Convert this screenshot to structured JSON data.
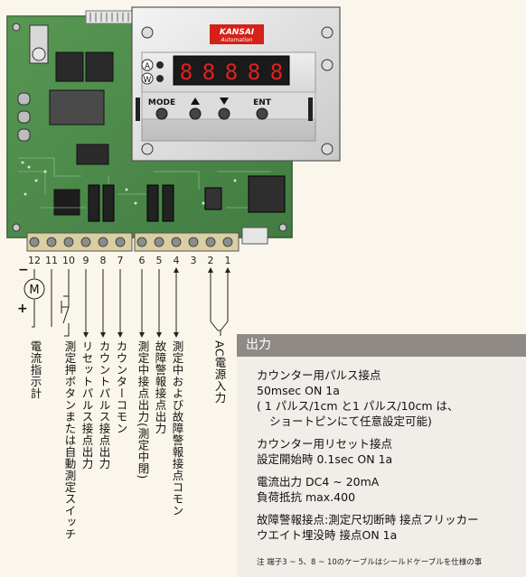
{
  "device": {
    "logo_line1": "KANSAI",
    "logo_line2": "Automation",
    "mode_a": "A",
    "mode_w": "W",
    "digits": [
      "8",
      "8",
      "8",
      "8",
      "8"
    ],
    "buttons": [
      {
        "label": "MODE"
      },
      {
        "label": ""
      },
      {
        "label": ""
      },
      {
        "label": "ENT"
      }
    ]
  },
  "terminals": [
    "12",
    "11",
    "10",
    "9",
    "8",
    "7",
    "6",
    "5",
    "4",
    "3",
    "2",
    "1"
  ],
  "motor": {
    "symbol": "M",
    "minus": "−",
    "plus": "+"
  },
  "wire_labels": [
    {
      "text": "電流指示計"
    },
    {
      "text": "測定押ボタンまたは自動測定スイッチ"
    },
    {
      "text": "リセットパルス接点出力"
    },
    {
      "text": "カウントパルス接点出力"
    },
    {
      "text": "カウンターコモン"
    },
    {
      "text": "測定中接点出力(測定中閉)"
    },
    {
      "text": "故障警報接点出力"
    },
    {
      "text": "測定中および故障警報接点コモン"
    },
    {
      "text": "AC電源入力"
    }
  ],
  "output": {
    "title": "出力",
    "lines": [
      "カウンター用パルス接点",
      "50msec ON 1a",
      "( 1 パルス/1cm と1 パルス/10cm は、",
      "ショートピンにて任意設定可能)",
      "カウンター用リセット接点",
      "設定開始時 0.1sec ON 1a",
      "電流出力 DC4 ~ 20mA",
      "負荷抵抗  max.400",
      "故障警報接点:測定尺切断時 接点フリッカー",
      "ウエイト埋没時  接点ON 1a",
      "注 端子3 ~ 5、8 ~ 10のケーブルはシールドケーブルを仕様の事"
    ]
  },
  "colors": {
    "pcb": "#4f8c4c",
    "pcb_dark": "#2f5f33",
    "terminal": "#d9cfa3",
    "display": "#e02020",
    "header": "#8f8a85",
    "logo": "#d62018"
  }
}
